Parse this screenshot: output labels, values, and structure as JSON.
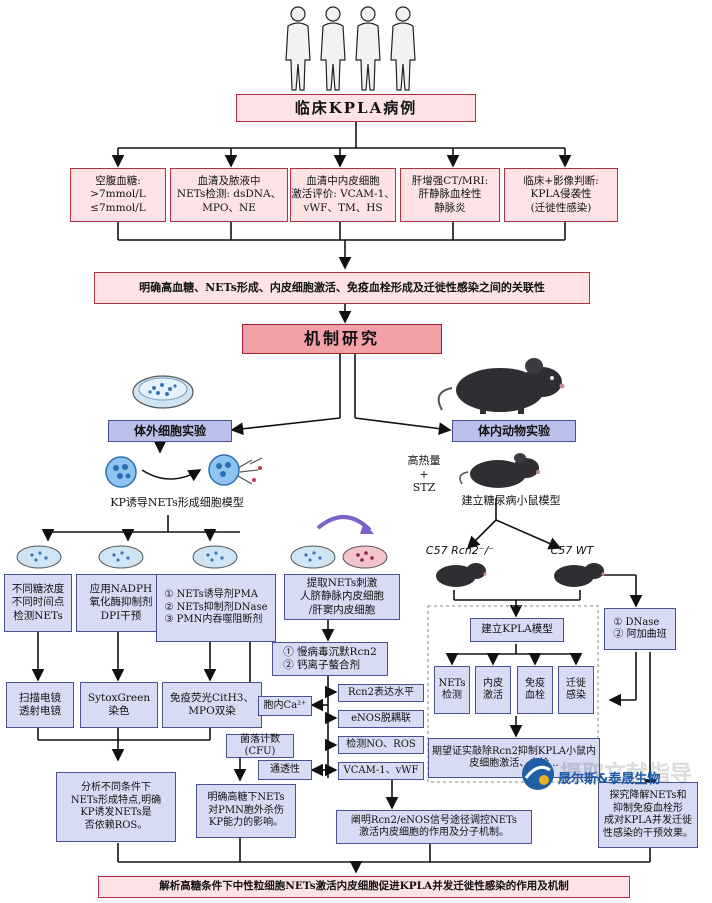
{
  "top": {
    "title": "临床KPLA病例",
    "items": [
      [
        "空腹血糖:",
        ">7mmol/L",
        "≤7mmol/L"
      ],
      [
        "血清及脓液中",
        "NETs检测: dsDNA、",
        "MPO、NE"
      ],
      [
        "血清中内皮细胞",
        "激活评价: VCAM-1、",
        "vWF、TM、HS"
      ],
      [
        "肝增强CT/MRI:",
        "肝静脉血栓性",
        "静脉炎"
      ],
      [
        "临床+影像判断:",
        "KPLA侵袭性",
        "(迁徙性感染)"
      ]
    ],
    "summary": "明确高血糖、NETs形成、内皮细胞激活、免疫血栓形成及迁徙性感染之间的关联性"
  },
  "mechanism": {
    "title": "机制研究",
    "in_vitro": "体外细胞实验",
    "in_vivo": "体内动物实验",
    "kp_model": "KP诱导NETs形成细胞模型",
    "diet_line1": "高热量",
    "diet_plus": "+",
    "diet_line2": "STZ",
    "diabetic_model": "建立糖尿病小鼠模型",
    "mouse_ko": "C57 Rcn2⁻/⁻",
    "mouse_wt": "C57 WT",
    "vitro_boxes": [
      [
        "不同糖浓度",
        "不同时间点",
        "检测NETs"
      ],
      [
        "应用NADPH",
        "氧化酶抑制剂",
        "DPI干预"
      ],
      [
        "① NETs诱导剂PMA",
        "② NETs抑制剂DNase",
        "③ PMN内吞噬阻断剂"
      ],
      [
        "提取NETs刺激",
        "人脐静脉内皮细胞",
        "/肝窦内皮细胞"
      ]
    ],
    "detect_boxes": [
      [
        "扫描电镜",
        "透射电镜"
      ],
      [
        "SytoxGreen",
        "染色"
      ],
      [
        "免疫荧光CitH3、",
        "MPO双染"
      ]
    ],
    "virus_box": [
      "① 慢病毒沉默Rcn2",
      "② 钙离子螯合剂"
    ],
    "calcium": "胞内Ca²⁺",
    "permeability": "通透性",
    "cfu": "菌落计数 (CFU)",
    "markers": [
      "Rcn2表达水平",
      "eNOS脱耦联",
      "检测NO、ROS",
      "VCAM-1、vWF"
    ],
    "analysis_left": [
      "分析不同条件下",
      "NETs形成特点,明确",
      "KP诱发NETs是",
      "否依赖ROS。"
    ],
    "analysis_mid": [
      "明确高糖下NETs",
      "对PMN胞外杀伤",
      "KP能力的影响。"
    ],
    "kpla_model": "建立KPLA模型",
    "vivo_detect": [
      [
        "NETs",
        "检测"
      ],
      [
        "内皮",
        "激活"
      ],
      [
        "免疫",
        "血栓"
      ],
      [
        "迁徙",
        "感染"
      ]
    ],
    "dnase": [
      "① DNase",
      "② 阿加曲班"
    ],
    "expect": [
      "期望证实敲除Rcn2抑制KPLA小鼠内",
      "皮细胞激活、血栓..."
    ],
    "explain": [
      "阐明Rcn2/eNOS信号途径调控NETs",
      "激活内皮细胞的作用及分子机制。"
    ],
    "explore": [
      "探究降解NETs和",
      "抑制免疫血栓形",
      "成对KPLA并发迁徙",
      "性感染的干预效果。"
    ]
  },
  "bottom": "解析高糖条件下中性粒细胞NETs激活内皮细胞促进KPLA并发迁徙性感染的作用及机制",
  "watermark": "晟尔斯&泰晟生物",
  "watermark_small": "摄取文献指导"
}
